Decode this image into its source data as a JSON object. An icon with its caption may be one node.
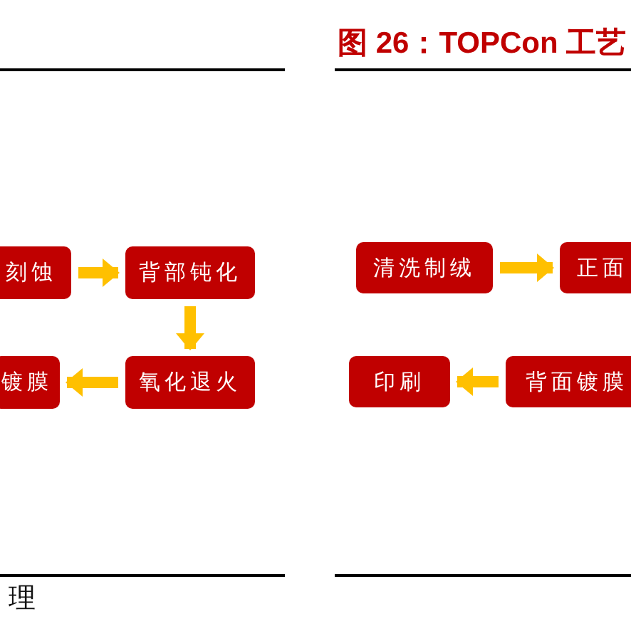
{
  "diagram": {
    "title": "图 26：TOPCon 工艺",
    "nodes": [
      {
        "text": [
          "刻蚀"
        ]
      },
      {
        "text": [
          "背部钝化"
        ]
      },
      {
        "text": [
          "镀膜"
        ]
      },
      {
        "text": [
          "氧化退火"
        ]
      },
      {
        "text": [
          "清洗制绒"
        ]
      },
      {
        "text": [
          "正面"
        ]
      },
      {
        "text": [
          "印刷"
        ]
      },
      {
        "text": [
          "背面镀膜"
        ]
      }
    ],
    "edges": [
      {
        "from": 0,
        "to": 1,
        "arrow": "to"
      },
      {
        "from": 1,
        "to": 3,
        "arrow": "to"
      },
      {
        "from": 3,
        "to": 2,
        "arrow": "to"
      },
      {
        "from": 4,
        "to": 5,
        "arrow": "to"
      },
      {
        "from": 7,
        "to": 6,
        "arrow": "to"
      }
    ],
    "labels": [
      "理"
    ]
  }
}
